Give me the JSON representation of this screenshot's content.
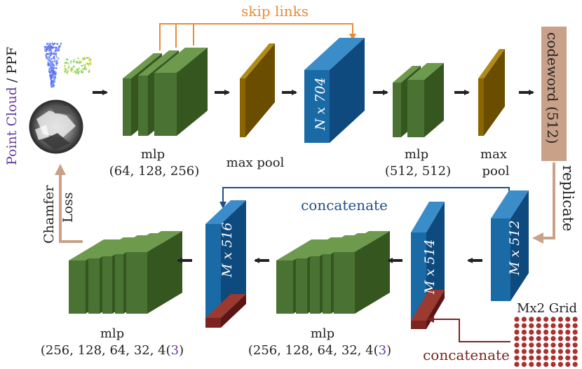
{
  "diagram": {
    "input": {
      "point_cloud": "Point Cloud",
      "separator": " / ",
      "ppf": "PPF"
    },
    "encoder": {
      "skip_links": "skip links",
      "mlp1": {
        "title": "mlp",
        "dims": "(64, 128, 256)"
      },
      "maxpool1": "max pool",
      "feature_block": "N x 704",
      "mlp2": {
        "title": "mlp",
        "dims": "(512, 512)"
      },
      "maxpool2": {
        "line1": "max",
        "line2": "pool"
      },
      "codeword": "codeword (512)"
    },
    "decoder": {
      "replicate": "replicate",
      "concat_top": "concatenate",
      "concat_bottom": "concatenate",
      "grid_label": "Mx2 Grid",
      "block_512": "M x 512",
      "block_514": "M x 514",
      "block_516": "M x 516",
      "mlp_mid": {
        "title": "mlp",
        "dims_prefix": "(256, 128, 64, 32, 4(",
        "dims_highlight": "3",
        "dims_suffix": ")"
      },
      "mlp_final": {
        "title": "mlp",
        "dims_prefix": "(256, 128, 64, 32, 4(",
        "dims_highlight": "3",
        "dims_suffix": ")"
      }
    },
    "loss": {
      "line1": "Chamfer",
      "line2": "Loss"
    },
    "colors": {
      "green_front": "#4a7232",
      "green_side": "#36561f",
      "green_top": "#6e9a4e",
      "blue_front": "#1a6aa5",
      "blue_side": "#0e4a7e",
      "blue_top": "#3b8dc9",
      "gold_front": "#8a6500",
      "gold_side": "#6b4d00",
      "gold_top": "#b08b18",
      "dark_red": "#7b2420",
      "orange": "#e98b3a",
      "navy": "#1f4e87",
      "tan": "#c9a189",
      "purple": "#6a3d9a",
      "grid_dot": "#a83232"
    }
  }
}
